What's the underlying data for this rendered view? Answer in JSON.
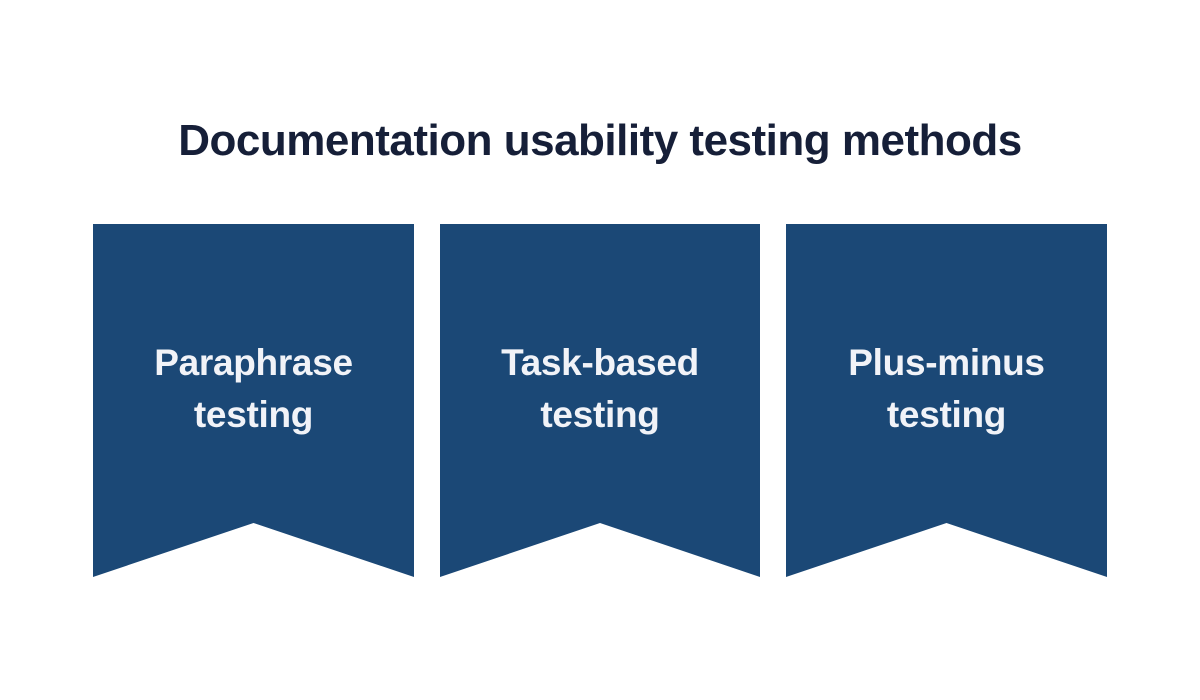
{
  "theme": {
    "background": "#ffffff",
    "title_color": "#161F38",
    "banner_color": "#1B4876",
    "banner_text_color": "#F1F3F8"
  },
  "title": {
    "text": "Documentation usability testing methods"
  },
  "banners": {
    "items": [
      {
        "label": "Paraphrase\ntesting"
      },
      {
        "label": "Task-based\ntesting"
      },
      {
        "label": "Plus-minus\ntesting"
      }
    ]
  }
}
